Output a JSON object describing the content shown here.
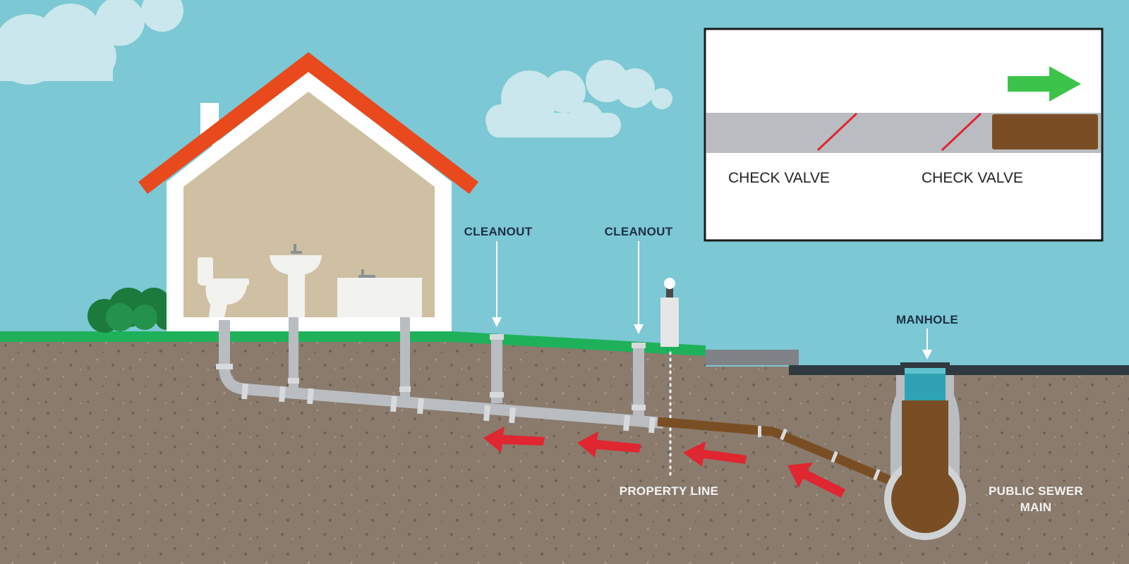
{
  "labels": {
    "cleanout_1": "CLEANOUT",
    "cleanout_2": "CLEANOUT",
    "manhole": "MANHOLE",
    "property_line": "PROPERTY LINE",
    "sewer_main_line1": "PUBLIC SEWER",
    "sewer_main_line2": "MAIN"
  },
  "inset": {
    "valve_1_label": "CHECK VALVE",
    "valve_2_label": "CHECK VALVE"
  },
  "colors": {
    "sky": "#7cc8d4",
    "grass": "#1fb15a",
    "soil": "#8a7b6d",
    "pipe": "#b9bdc1",
    "sewage": "#7a4e24",
    "roof": "#e8491d",
    "wall": "#cfc0a3",
    "flow_arrow": "#e02631",
    "inset_arrow": "#3cc44a",
    "valve_flap": "#e02631",
    "manhole_water": "#2fa3b3"
  },
  "icons": [
    "cloud-icon",
    "bush-icon",
    "toilet-icon",
    "sink-icon",
    "bathtub-icon",
    "lamp-post-icon",
    "flow-arrow-icon"
  ]
}
